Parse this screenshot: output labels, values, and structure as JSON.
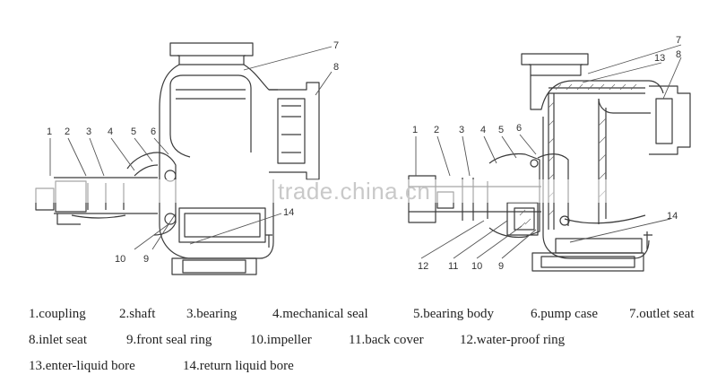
{
  "watermark": "trade.china.cn",
  "callouts": {
    "left": [
      "1",
      "2",
      "3",
      "4",
      "5",
      "6",
      "7",
      "8",
      "9",
      "10",
      "14"
    ],
    "right": [
      "1",
      "2",
      "3",
      "4",
      "5",
      "6",
      "7",
      "8",
      "9",
      "10",
      "11",
      "12",
      "13",
      "14"
    ]
  },
  "legend": [
    "1.coupling",
    "2.shaft",
    "3.bearing",
    "4.mechanical seal",
    "5.bearing body",
    "6.pump case",
    "7.outlet seat",
    "8.inlet seat",
    "9.front seal ring",
    "10.impeller",
    "11.back cover",
    "12.water-proof ring",
    "13.enter-liquid bore",
    "14.return liquid bore"
  ]
}
